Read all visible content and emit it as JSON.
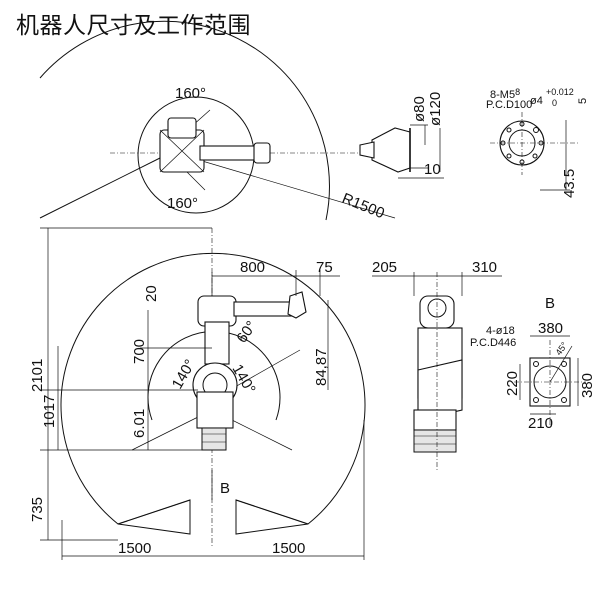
{
  "title": "机器人尺寸及工作范围",
  "top_view": {
    "angle_top": "160°",
    "angle_bottom": "160°",
    "radius": "R1500"
  },
  "wrist_side": {
    "dia_80": "ø80",
    "dia_120": "ø120",
    "len_10": "10"
  },
  "flange": {
    "bolt": "8-M5",
    "depth": "8",
    "pcd": "P.C.D100",
    "pin": "ø4",
    "tol_upper": "+0.012",
    "tol_lower": "0",
    "dim_5": "5",
    "dim_43_5": "43.5"
  },
  "side_view": {
    "dim_800": "800",
    "dim_75": "75",
    "dim_20": "20",
    "dim_700": "700",
    "dim_84_87": "84,87",
    "dim_601": "6.01",
    "dim_2101": "2101",
    "dim_1017": "1017",
    "dim_735": "735",
    "dim_1500_left": "1500",
    "dim_1500_right": "1500",
    "angle_60": "60°",
    "angle_140_a": "140°",
    "angle_140_b": "140°",
    "label_b": "B"
  },
  "front_view": {
    "dim_205": "205",
    "dim_310": "310"
  },
  "base_detail": {
    "label_b": "B",
    "holes": "4-ø18",
    "pcd": "P.C.D446",
    "dim_380_top": "380",
    "dim_380_right": "380",
    "dim_220": "220",
    "dim_210": "210",
    "dim_45": "45°"
  }
}
